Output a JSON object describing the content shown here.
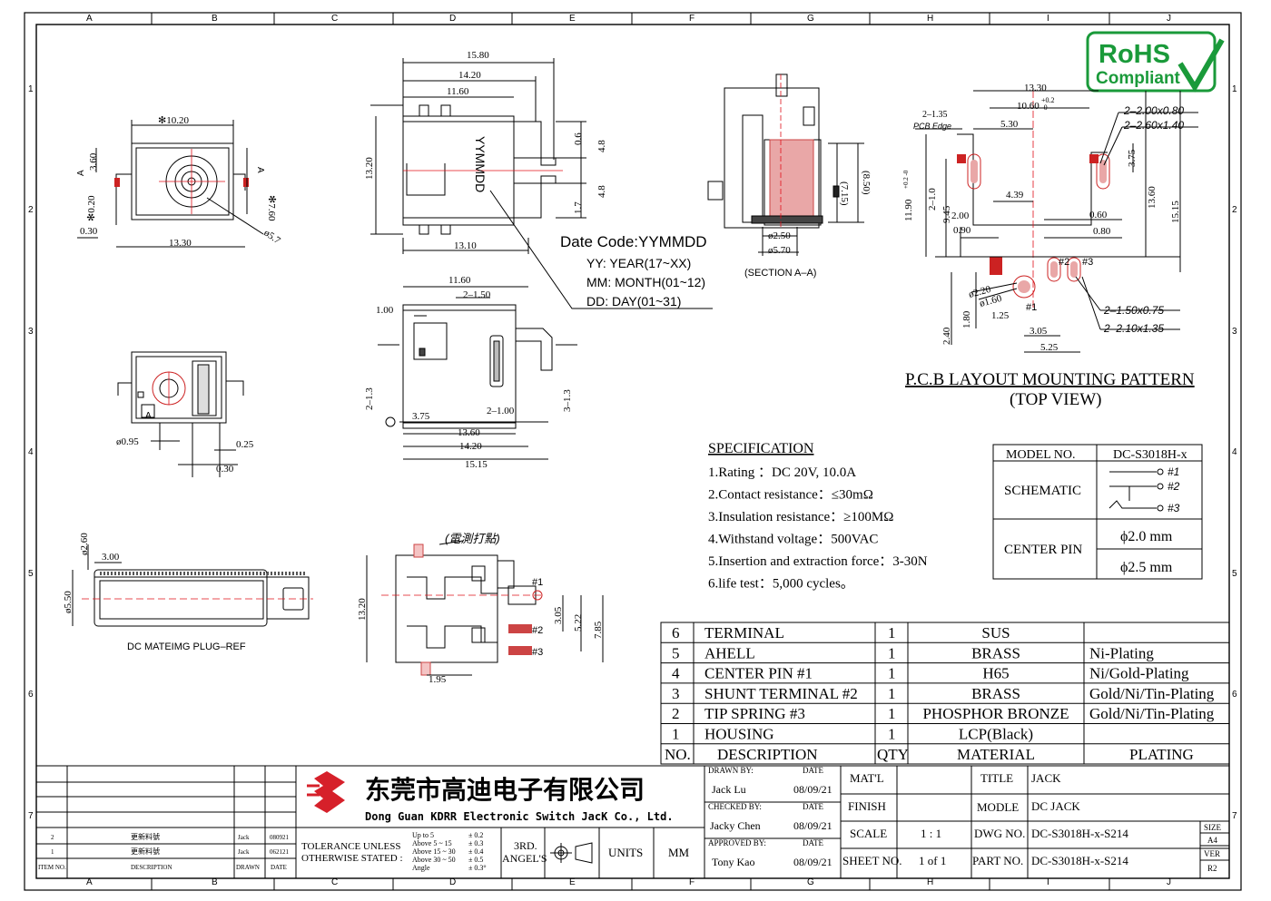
{
  "grid": {
    "cols": [
      "A",
      "B",
      "C",
      "D",
      "E",
      "F",
      "G",
      "H",
      "I",
      "J"
    ],
    "rows": [
      "1",
      "2",
      "3",
      "4",
      "5",
      "6",
      "7"
    ]
  },
  "rohs": {
    "line1": "RoHS",
    "line2": "Compliant"
  },
  "front_view": {
    "dim_top": "✻10.20",
    "dim_left": "3.60",
    "dim_right": "✻7.60",
    "dim_pin": "✻0.20",
    "dim_pitch": "0.30",
    "dim_bottom": "13.30",
    "dim_hole": "ø5.7",
    "section_a_left": "A",
    "section_a_right": "A"
  },
  "side_view": {
    "dim_1580": "15.80",
    "dim_1420": "14.20",
    "dim_1160": "11.60",
    "dim_height": "13.20",
    "dim_06": "0.6",
    "dim_48a": "4.8",
    "dim_48b": "4.8",
    "dim_17": "1.7",
    "dim_1310": "13.10",
    "marking": "YYMMDD"
  },
  "date_code": {
    "title": "Date Code:YYMMDD",
    "yy": "YY: YEAR(17~XX)",
    "mm": "MM: MONTH(01~12)",
    "dd": "DD: DAY(01~31)"
  },
  "section": {
    "dim_715": "(7.15)",
    "dim_850": "(8.50)",
    "dim_250": "ø2.50",
    "dim_570": "ø5.70",
    "label": "(SECTION A–A)"
  },
  "pcb": {
    "dim_1330": "13.30",
    "dim_1060": "10.60",
    "dim_tol_plus": "+0.2",
    "dim_tol_minus": "-0",
    "dim_135": "2–1.35",
    "edge": "PCB Edge",
    "dim_530": "5.30",
    "slot_a": "2–2.00x0.80",
    "slot_b": "2–2.60x1.40",
    "dim_1190": "11.90",
    "dim_1190_tol": "+0.2 -0",
    "dim_210": "2–1.0",
    "dim_945": "9.45",
    "dim_200": "2.00",
    "dim_090": "0.90",
    "dim_439": "4.39",
    "dim_060": "0.60",
    "dim_080": "0.80",
    "dim_375": "3.75",
    "dim_1360": "13.60",
    "dim_1515": "15.15",
    "dim_220": "ø2.20",
    "dim_160": "ø1.60",
    "dim_125": "1.25",
    "dim_180": "1.80",
    "dim_240": "2.40",
    "dim_305": "3.05",
    "dim_525": "5.25",
    "slot_c": "2–1.50x0.75",
    "slot_d": "2–2.10x1.35",
    "pin1": "#1",
    "pin2": "#2",
    "pin3": "#3",
    "title": "P.C.B LAYOUT MOUNTING PATTERN",
    "subtitle": "(TOP VIEW)"
  },
  "top_view": {
    "dim_1160": "11.60",
    "dim_2150": "2–1.50",
    "dim_100": "1.00",
    "dim_213": "2–1.3",
    "dim_313": "3–1.3",
    "dim_375": "3.75",
    "dim_2100": "2–1.00",
    "dim_1360": "13.60",
    "dim_1420": "14.20",
    "dim_1515": "15.15"
  },
  "rear_view": {
    "dim_095": "ø0.95",
    "dim_025": "0.25",
    "dim_030": "0.30"
  },
  "plug": {
    "dim_260": "ø2.60",
    "dim_300": "3.00",
    "dim_550": "ø5.50",
    "label": "DC MATEIMG PLUG–REF"
  },
  "bottom_view": {
    "note": "(電測打點)",
    "dim_1320": "13.20",
    "dim_305": "3.05",
    "dim_522": "5.22",
    "dim_785": "7.85",
    "dim_195": "1.95",
    "p1": "#1",
    "p2": "#2",
    "p3": "#3"
  },
  "specification": {
    "title": "SPECIFICATION",
    "lines": [
      "1.Rating ：DC 20V, 10.0A",
      "2.Contact resistance：≤30mΩ",
      "3.Insulation resistance：≥100MΩ",
      "4.Withstand voltage：500VAC",
      "5.Insertion and extraction force：3-30N",
      "6.life test：5,000 cycles。"
    ]
  },
  "model_table": {
    "model_label": "MODEL NO.",
    "model_value": "DC-S3018H-x",
    "schematic_label": "SCHEMATIC",
    "s1": "#1",
    "s2": "#2",
    "s3": "#3",
    "center_label": "CENTER PIN",
    "c1": "ϕ2.0 mm",
    "c2": "ϕ2.5 mm"
  },
  "bom": {
    "rows": [
      {
        "no": "6",
        "desc": "TERMINAL",
        "qty": "1",
        "mat": "SUS",
        "plating": ""
      },
      {
        "no": "5",
        "desc": "AHELL",
        "qty": "1",
        "mat": "BRASS",
        "plating": "Ni-Plating"
      },
      {
        "no": "4",
        "desc": "CENTER PIN #1",
        "qty": "1",
        "mat": "H65",
        "plating": "Ni/Gold-Plating"
      },
      {
        "no": "3",
        "desc": "SHUNT TERMINAL #2",
        "qty": "1",
        "mat": "BRASS",
        "plating": "Gold/Ni/Tin-Plating"
      },
      {
        "no": "2",
        "desc": "TIP SPRING  #3",
        "qty": "1",
        "mat": "PHOSPHOR BRONZE",
        "plating": "Gold/Ni/Tin-Plating"
      },
      {
        "no": "1",
        "desc": "HOUSING",
        "qty": "1",
        "mat": "LCP(Black)",
        "plating": ""
      }
    ],
    "header": {
      "no": "NO.",
      "desc": "DESCRIPTION",
      "qty": "QTY",
      "mat": "MATERIAL",
      "plating": "PLATING"
    }
  },
  "title_block": {
    "company_cn": "东莞市高迪电子有限公司",
    "company_en": "Dong Guan KDRR  Electronic Switch JacK Co., Ltd.",
    "rev_rows": [
      {
        "item": "2",
        "desc": "更新料號",
        "drawn": "Jack",
        "date": "080921"
      },
      {
        "item": "1",
        "desc": "更新料號",
        "drawn": "Jack",
        "date": "062121"
      }
    ],
    "rev_header": {
      "item": "ITEM NO.",
      "desc": "DESCRIPTION",
      "drawn": "DRAWN",
      "date": "DATE"
    },
    "tol1": "TOLERANCE UNLESS",
    "tol2": "OTHERWISE STATED :",
    "tol_ranges": [
      "Up to 5",
      "Above 5  ~ 15",
      "Above 15 ~ 30",
      "Above 30 ~ 50",
      "Angle"
    ],
    "tol_values": [
      "± 0.2",
      "± 0.3",
      "± 0.4",
      "± 0.5",
      "± 0.3°"
    ],
    "angle1": "3RD.",
    "angle2": "ANGEL'S",
    "units_label": "UNITS",
    "units_value": "MM",
    "drawn_by_label": "DRAWN BY:",
    "drawn_by": "Jack  Lu",
    "checked_by_label": "CHECKED BY:",
    "checked_by": "Jacky Chen",
    "approved_by_label": "APPROVED BY:",
    "approved_by": "Tony Kao",
    "date_label": "DATE",
    "date1": "08/09/21",
    "date2": "08/09/21",
    "date3": "08/09/21",
    "matl_label": "MAT'L",
    "finish_label": "FINISH",
    "scale_label": "SCALE",
    "scale_value": "1 : 1",
    "sheet_label": "SHEET NO.",
    "sheet_value": "1 of 1",
    "title_label": "TITLE",
    "title_value": "JACK",
    "model_label": "MODLE",
    "model_value": "DC JACK",
    "dwg_label": "DWG NO.",
    "dwg_value": "DC-S3018H-x-S214",
    "part_label": "PART NO.",
    "part_value": "DC-S3018H-x-S214",
    "size_label": "SIZE",
    "size_value": "A4",
    "ver_label": "VER",
    "ver_value": "R2"
  }
}
